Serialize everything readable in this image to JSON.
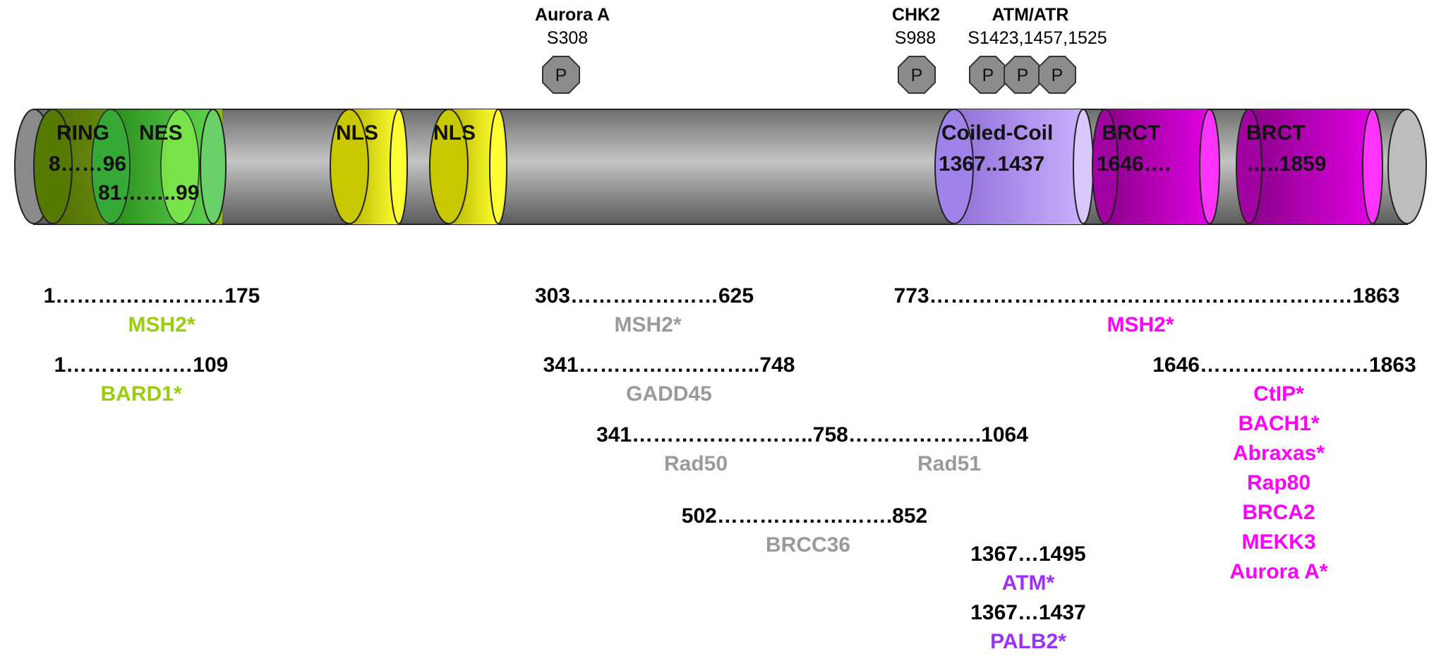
{
  "colors": {
    "background": "#ffffff",
    "protein_bar": "#a6a6a6",
    "ring_domain": "#6f9f00",
    "nes_domain": "#2fb82f",
    "nls_domain": "#ffff00",
    "coiled_coil_domain": "#b089ff",
    "brct_domain": "#e000e0",
    "phospho_site": "#8c8c8c",
    "label_dark": "#000000",
    "label_ring": "#9acd0f",
    "label_grey": "#9a9a9a",
    "label_coiled_coil": "#9b30ff",
    "label_brct": "#ff00ff"
  },
  "kinases": [
    {
      "name": "Aurora A",
      "site": "S308"
    },
    {
      "name": "CHK2",
      "site": "S988"
    },
    {
      "name": "ATM/ATR",
      "site": "S1423,1457,1525"
    }
  ],
  "phospho_marker_label": "P",
  "domains": {
    "ring": {
      "label": "RING",
      "range": "8……96"
    },
    "nes": {
      "label": "NES",
      "range": "81……..99"
    },
    "nls1": {
      "label": "NLS"
    },
    "nls2": {
      "label": "NLS"
    },
    "coiled_coil": {
      "label": "Coiled-Coil",
      "range": "1367..1437"
    },
    "brct1": {
      "label": "BRCT",
      "range": "1646…."
    },
    "brct2": {
      "label": "BRCT",
      "range": "…..1859"
    }
  },
  "interactions": {
    "r1": {
      "range": "1……………………175",
      "partners": [
        "MSH2*"
      ]
    },
    "r2": {
      "range": "1………………109",
      "partners": [
        "BARD1*"
      ]
    },
    "r3": {
      "range": "303…………………625",
      "partners": [
        "MSH2*"
      ]
    },
    "r4": {
      "range": "341……………………..748",
      "partners": [
        "GADD45"
      ]
    },
    "r5": {
      "range": "341……………………..758……………….1064",
      "partners": [
        "Rad50",
        "Rad51"
      ]
    },
    "r6": {
      "range": "502…………………….852",
      "partners": [
        "BRCC36"
      ]
    },
    "r7": {
      "range": "773……………………………………………………1863",
      "partners": [
        "MSH2*"
      ]
    },
    "r8": {
      "range": "1646……………………1863",
      "partners": [
        "CtIP*",
        "BACH1*",
        "Abraxas*",
        "Rap80",
        "BRCA2",
        "MEKK3",
        "Aurora A*"
      ]
    },
    "r9": {
      "range": "1367…1495",
      "partners": [
        "ATM*"
      ]
    },
    "r10": {
      "range": "1367…1437",
      "partners": [
        "PALB2*"
      ]
    }
  }
}
